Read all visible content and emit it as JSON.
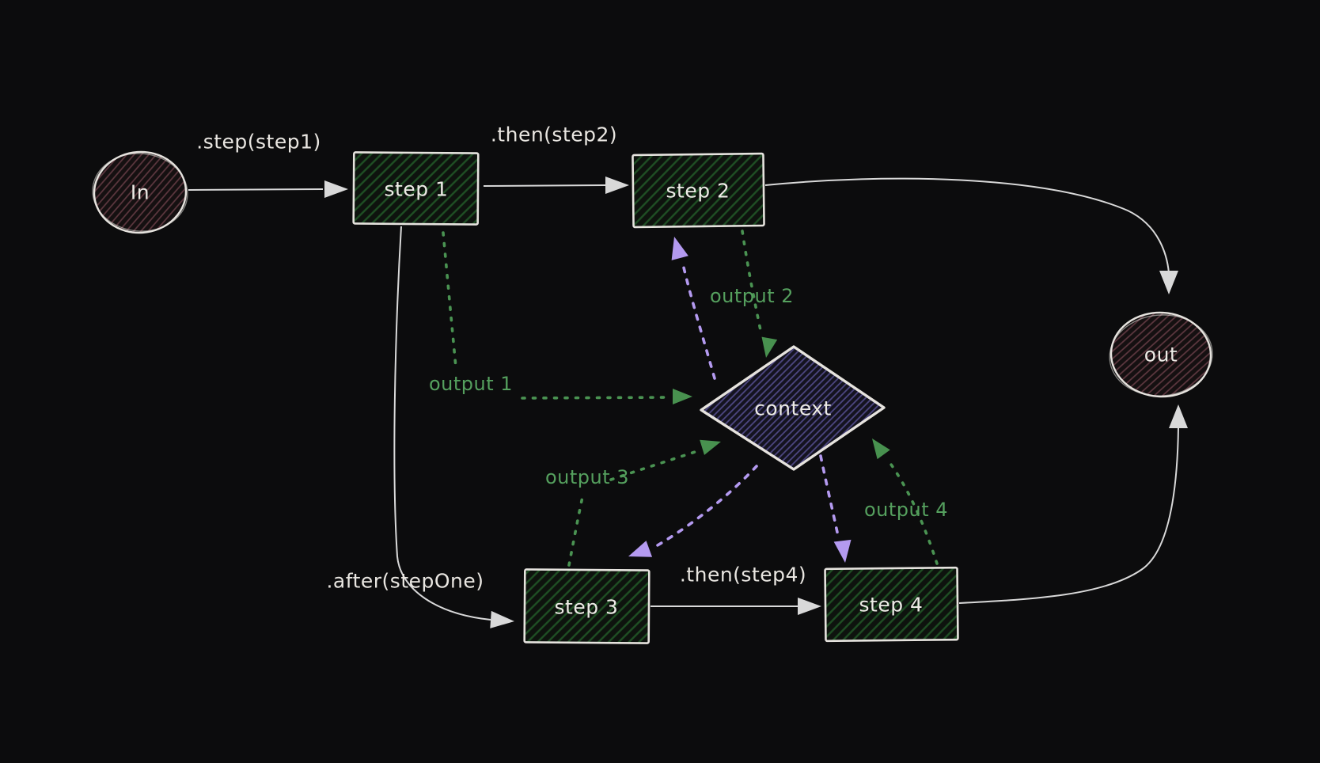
{
  "diagram": {
    "kind": "workflow-graph",
    "background": "#0c0c0d"
  },
  "nodes": {
    "in": {
      "label": "In",
      "shape": "ellipse",
      "fill_hatch": "#5e3840"
    },
    "step1": {
      "label": "step 1",
      "shape": "rectangle",
      "fill_hatch": "#1f4f24"
    },
    "step2": {
      "label": "step 2",
      "shape": "rectangle",
      "fill_hatch": "#1f4f24"
    },
    "step3": {
      "label": "step 3",
      "shape": "rectangle",
      "fill_hatch": "#1f4f24"
    },
    "step4": {
      "label": "step 4",
      "shape": "rectangle",
      "fill_hatch": "#1f4f24"
    },
    "context": {
      "label": "context",
      "shape": "diamond",
      "fill_hatch": "#4d4782"
    },
    "out": {
      "label": "out",
      "shape": "ellipse",
      "fill_hatch": "#5e3840"
    }
  },
  "edge_labels": {
    "step_step1": ".step(step1)",
    "then_step2": ".then(step2)",
    "after_stepOne": ".after(stepOne)",
    "then_step4": ".then(step4)",
    "output1": "output 1",
    "output2": "output 2",
    "output3": "output 3",
    "output4": "output 4"
  },
  "edges": [
    {
      "from": "In",
      "to": "step 1",
      "label": ".step(step1)",
      "style": "solid",
      "color": "white"
    },
    {
      "from": "step 1",
      "to": "step 2",
      "label": ".then(step2)",
      "style": "solid",
      "color": "white"
    },
    {
      "from": "step 2",
      "to": "out",
      "label": "",
      "style": "solid",
      "color": "white"
    },
    {
      "from": "step 1",
      "to": "step 3",
      "label": ".after(stepOne)",
      "style": "solid",
      "color": "white"
    },
    {
      "from": "step 3",
      "to": "step 4",
      "label": ".then(step4)",
      "style": "solid",
      "color": "white"
    },
    {
      "from": "step 4",
      "to": "out",
      "label": "",
      "style": "solid",
      "color": "white"
    },
    {
      "from": "step 1",
      "to": "context",
      "label": "output 1",
      "style": "dotted",
      "color": "green"
    },
    {
      "from": "step 2",
      "to": "context",
      "label": "output 2",
      "style": "dotted",
      "color": "green"
    },
    {
      "from": "step 3",
      "to": "context",
      "label": "output 3",
      "style": "dotted",
      "color": "green"
    },
    {
      "from": "step 4",
      "to": "context",
      "label": "output 4",
      "style": "dotted",
      "color": "green"
    },
    {
      "from": "context",
      "to": "step 2",
      "label": "",
      "style": "dotted",
      "color": "purple"
    },
    {
      "from": "context",
      "to": "step 3",
      "label": "",
      "style": "dotted",
      "color": "purple"
    },
    {
      "from": "context",
      "to": "step 4",
      "label": "",
      "style": "dotted",
      "color": "purple"
    }
  ],
  "colors": {
    "background": "#0c0c0d",
    "stroke_white": "#e6e3de",
    "arrow_white": "#d9d9d9",
    "green_text": "#55a05e",
    "green_arrow": "#48914f",
    "purple_arrow": "#b49af0",
    "box_hatch": "#1f4f24",
    "box_fill": "#0e130e",
    "circle_hatch": "#5e3840",
    "circle_fill": "#151011",
    "diamond_hatch": "#4d4782",
    "diamond_fill": "#14131f"
  }
}
